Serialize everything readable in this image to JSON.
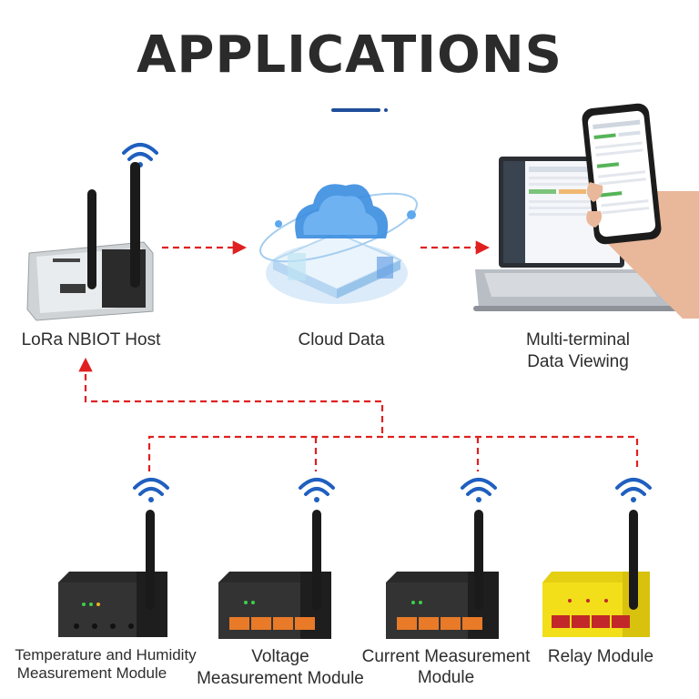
{
  "title": "APPLICATIONS",
  "nodes": {
    "host": {
      "label": "LoRa NBIOT Host"
    },
    "cloud": {
      "label": "Cloud Data"
    },
    "terminal": {
      "label_line1": "Multi-terminal",
      "label_line2": "Data Viewing"
    }
  },
  "modules": [
    {
      "label_line1": "Temperature and Humidity",
      "label_line2": "Measurement Module"
    },
    {
      "label_line1": "Voltage",
      "label_line2": "Measurement Module"
    },
    {
      "label_line1": "Current Measurement",
      "label_line2": "Module"
    },
    {
      "label_line1": "Relay Module",
      "label_line2": ""
    }
  ],
  "colors": {
    "connector": "#e02020",
    "wifi": "#1f5fbf",
    "title_rule": "#1f4e9a",
    "device_dark": "#2a2a2a",
    "device_yellow": "#f2df1a",
    "terminal_orange": "#e87a28",
    "terminal_red": "#c2282a"
  },
  "icons": [
    "wifi-icon",
    "cloud-icon",
    "antenna-icon",
    "arrow-right-icon",
    "arrow-up-icon"
  ]
}
